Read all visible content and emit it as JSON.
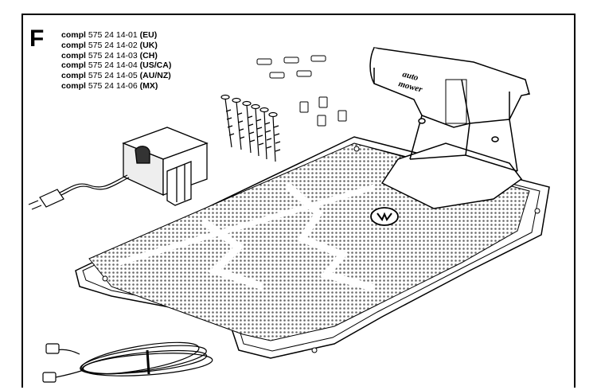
{
  "figure": {
    "letter": "F"
  },
  "part_numbers": [
    {
      "prefix": "compl",
      "number": "575 24 14-01",
      "region": "(EU)"
    },
    {
      "prefix": "compl",
      "number": "575 24 14-02",
      "region": "(UK)"
    },
    {
      "prefix": "compl",
      "number": "575 24 14-03",
      "region": "(CH)"
    },
    {
      "prefix": "compl",
      "number": "575 24 14-04",
      "region": "(US/CA)"
    },
    {
      "prefix": "compl",
      "number": "575 24 14-05",
      "region": "(AU/NZ)"
    },
    {
      "prefix": "compl",
      "number": "575 24 14-06",
      "region": "(MX)"
    }
  ],
  "station_logo": {
    "line1": "auto",
    "line2": "mower"
  },
  "colors": {
    "ink": "#000000",
    "paper": "#ffffff",
    "mesh": "#9a9a9a"
  }
}
